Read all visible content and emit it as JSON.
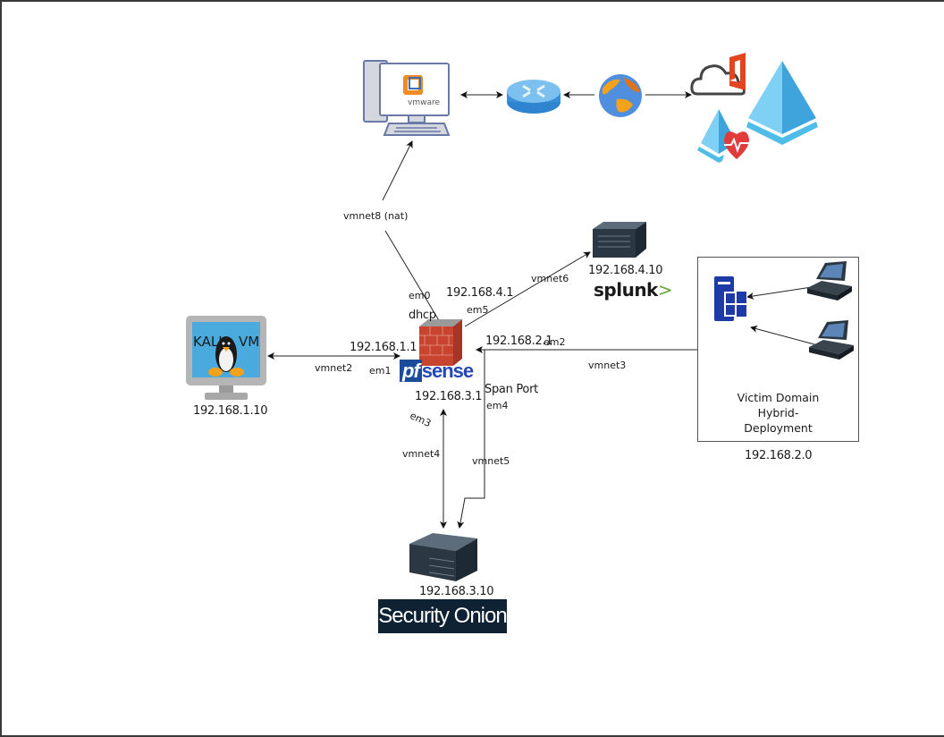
{
  "diagram": {
    "title": "Home lab network topology",
    "nodes": {
      "host_pc": {
        "label": "vmware",
        "icon": "vmware-desktop-icon"
      },
      "router": {
        "icon": "router-icon"
      },
      "internet": {
        "icon": "globe-icon"
      },
      "cloud": {
        "icon": "office365-cloud-icon"
      },
      "azure_ad": {
        "icon": "azure-ad-icon"
      },
      "azure_health": {
        "icon": "azure-ad-health-icon"
      },
      "kali": {
        "label_left": "KALI",
        "label_right": "VM",
        "ip": "192.168.1.10",
        "icon": "kali-monitor-icon"
      },
      "pfsense": {
        "logo_pf": "pf",
        "logo_sense": "sense",
        "ip_lan": "192.168.3.1",
        "icon": "firewall-icon"
      },
      "splunk": {
        "ip": "192.168.4.10",
        "logo": "splunk",
        "logo_suffix": ">",
        "icon": "server-icon"
      },
      "security_onion": {
        "ip": "192.168.3.10",
        "logo": "Security Onion",
        "icon": "server-icon"
      },
      "victim_domain": {
        "caption_lines": [
          "Victim Domain",
          "Hybrid-",
          "Deployment"
        ],
        "subnet": "192.168.2.0",
        "icons": [
          "windows-server-icon",
          "workstation-icon",
          "workstation-icon"
        ]
      }
    },
    "links": {
      "vmnet8": {
        "label": "vmnet8 (nat)",
        "iface": "em0",
        "mode": "dhcp"
      },
      "vmnet2": {
        "label": "vmnet2",
        "iface": "em1",
        "ip": "192.168.1.1"
      },
      "vmnet6": {
        "label": "vmnet6",
        "iface": "em5",
        "ip": "192.168.4.1"
      },
      "vmnet3": {
        "label": "vmnet3",
        "iface": "em2",
        "ip": "192.168.2.1"
      },
      "vmnet4": {
        "label": "vmnet4",
        "iface": "em3"
      },
      "vmnet5": {
        "label": "vmnet5",
        "iface": "em4",
        "role": "Span Port"
      }
    }
  }
}
